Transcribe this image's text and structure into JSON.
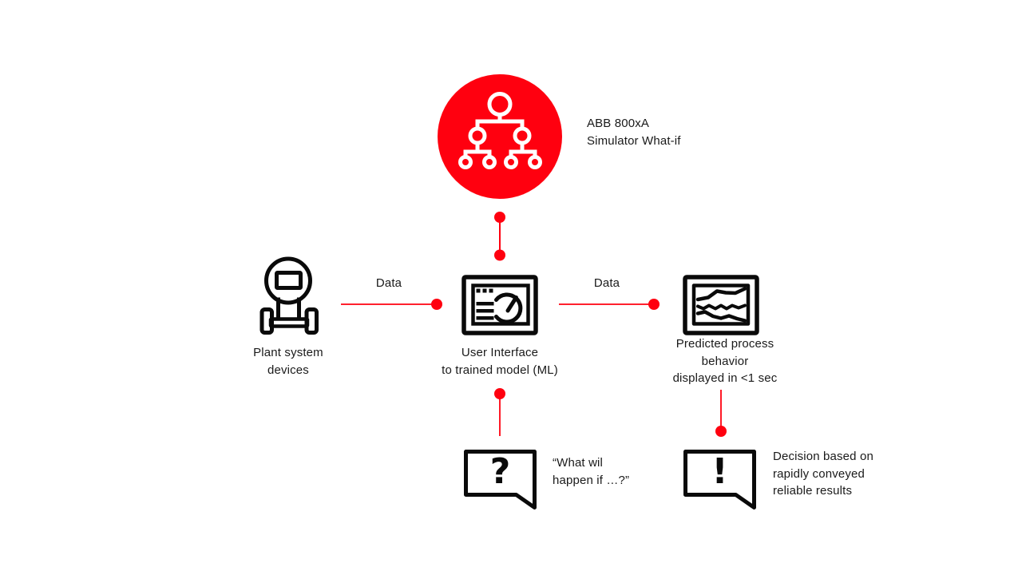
{
  "colors": {
    "accent_red": "#FF000F",
    "icon_black": "#0a0a0a",
    "text": "#1a1a1a",
    "background": "#ffffff"
  },
  "simulator": {
    "label": "ABB 800xA\nSimulator What-if",
    "icon": "org-chart-icon"
  },
  "flows": {
    "left_data_label": "Data",
    "right_data_label": "Data"
  },
  "plant": {
    "label": "Plant system\ndevices",
    "icon": "plant-device-icon"
  },
  "ui": {
    "label": "User Interface\nto trained model (ML)",
    "icon": "dashboard-gauge-icon"
  },
  "predicted": {
    "label": "Predicted process\nbehavior\ndisplayed in <1 sec",
    "icon": "trend-monitor-icon"
  },
  "question": {
    "glyph": "?",
    "label": "“What wil\nhappen if …?”",
    "icon": "speech-bubble-question-icon"
  },
  "decision": {
    "glyph": "!",
    "label": "Decision based on\nrapidly conveyed\nreliable results",
    "icon": "speech-bubble-exclamation-icon"
  }
}
